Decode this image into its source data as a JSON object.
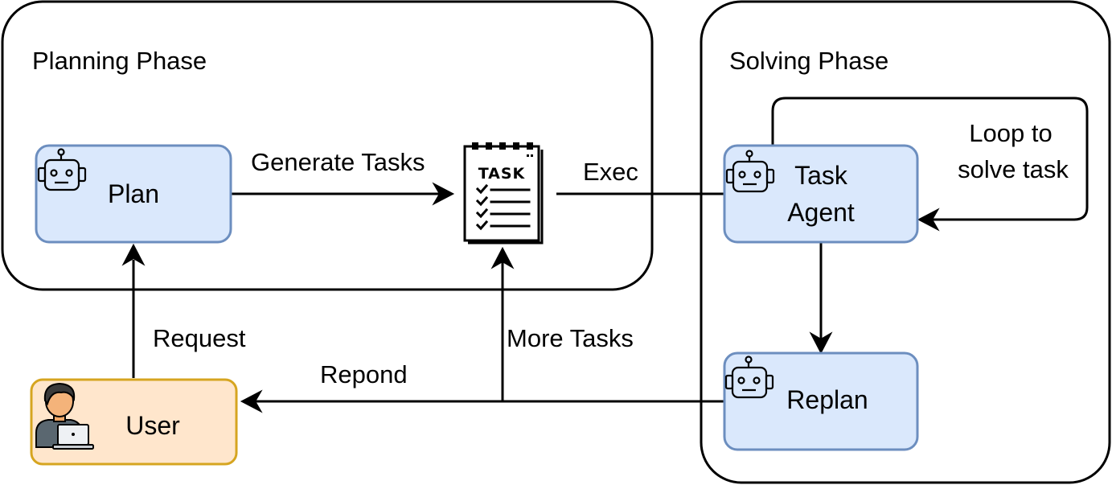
{
  "phases": {
    "planning": {
      "title": "Planning Phase"
    },
    "solving": {
      "title": "Solving Phase"
    }
  },
  "nodes": {
    "plan": {
      "label": "Plan",
      "icon": "robot-icon"
    },
    "task_agent": {
      "label_line1": "Task",
      "label_line2": "Agent",
      "icon": "robot-icon"
    },
    "replan": {
      "label": "Replan",
      "icon": "robot-icon"
    },
    "user": {
      "label": "User",
      "icon": "user-laptop-icon"
    },
    "task_list": {
      "title": "TASK",
      "icon": "task-checklist-icon"
    }
  },
  "edges": {
    "generate_tasks": "Generate Tasks",
    "exec": "Exec",
    "loop_line1": "Loop to",
    "loop_line2": "solve task",
    "request": "Request",
    "repond": "Repond",
    "more_tasks": "More Tasks"
  },
  "colors": {
    "agent_fill": "#dae8fc",
    "agent_stroke": "#6c8ebf",
    "user_fill": "#ffe6cc",
    "user_stroke": "#d6a520",
    "line": "#000000"
  }
}
